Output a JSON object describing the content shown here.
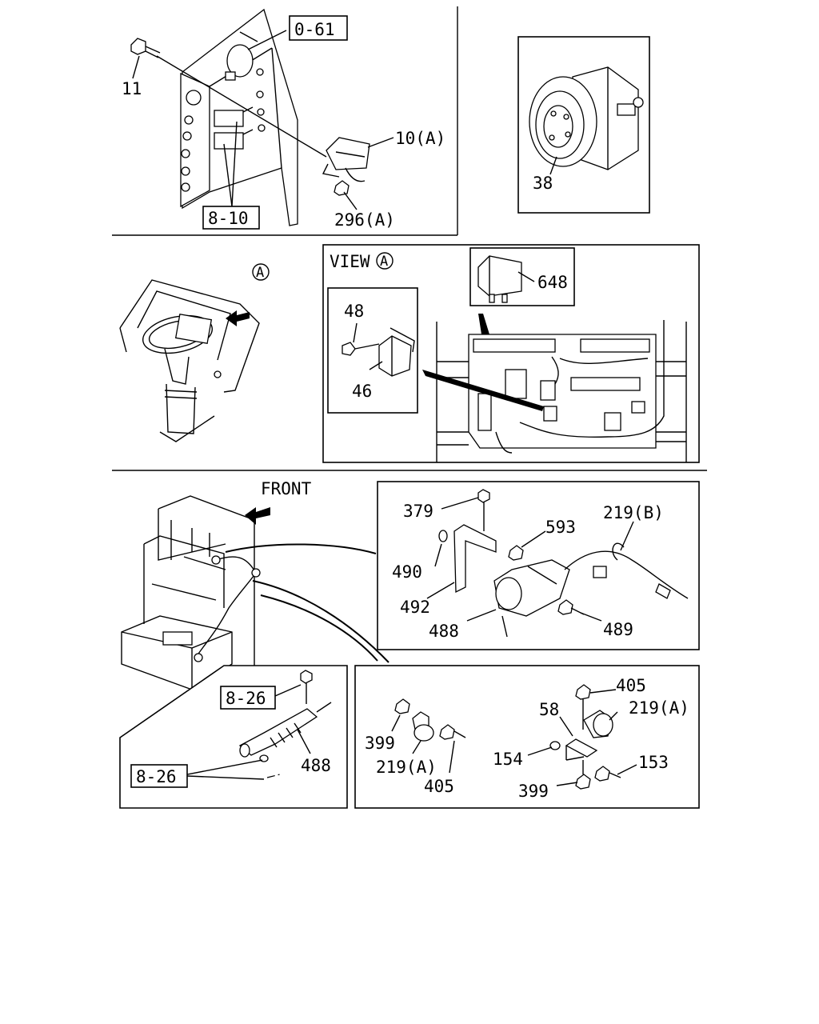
{
  "callouts": {
    "ref_0_61": "0-61",
    "bolt_11": "11",
    "relay_10a": "10(A)",
    "ref_8_10": "8-10",
    "nut_296a": "296(A)",
    "part_38": "38",
    "view_label": "VIEW",
    "view_marker": "A",
    "arrow_marker": "A",
    "relay_648": "648",
    "bolt_48": "48",
    "relay_46": "46",
    "front_label": "FRONT",
    "bolt_379": "379",
    "nut_593": "593",
    "cable_219b": "219(B)",
    "washer_490": "490",
    "bracket_492": "492",
    "switch_488_top": "488",
    "bolt_489": "489",
    "ref_8_26_a": "8-26",
    "cable_488_bottom": "488",
    "ref_8_26_b": "8-26",
    "nut_399_left": "399",
    "clamp_219a_left": "219(A)",
    "bolt_405_left": "405",
    "bolt_405_right": "405",
    "part_58": "58",
    "clamp_219a_right": "219(A)",
    "washer_154": "154",
    "bolt_153": "153",
    "nut_399_right": "399"
  }
}
